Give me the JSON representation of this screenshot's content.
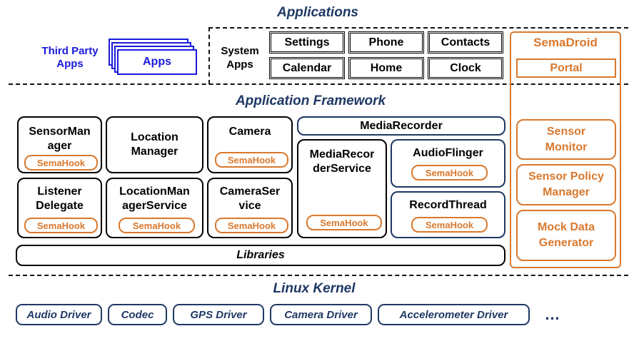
{
  "applications": {
    "heading": "Applications",
    "third_party": {
      "label": "Third Party\nApps",
      "card": "Apps"
    },
    "system_label": "System\nApps",
    "system_apps": [
      "Settings",
      "Phone",
      "Contacts",
      "Calendar",
      "Home",
      "Clock"
    ]
  },
  "framework": {
    "heading": "Application Framework",
    "sensor_manager": "SensorMan\nager",
    "location_manager": "Location\nManager",
    "camera": "Camera",
    "media_recorder": "MediaRecorder",
    "media_recorder_service": "MediaRecor\nderService",
    "audio_flinger": "AudioFlinger",
    "listener_delegate": "Listener\nDelegate",
    "location_manager_service": "LocationMan\nagerService",
    "camera_service": "CameraSer\nvice",
    "record_thread": "RecordThread",
    "hook_label": "SemaHook",
    "libraries": "Libraries"
  },
  "semadroid": {
    "title": "SemaDroid",
    "portal": "Portal",
    "sensor_monitor": "Sensor\nMonitor",
    "sensor_policy_manager": "Sensor Policy\nManager",
    "mock_data_generator": "Mock Data\nGenerator"
  },
  "kernel": {
    "heading": "Linux Kernel",
    "drivers": [
      "Audio Driver",
      "Codec",
      "GPS Driver",
      "Camera Driver",
      "Accelerometer Driver"
    ],
    "ellipsis": "…"
  },
  "colors": {
    "navy": "#1f3864",
    "orange": "#d9782d",
    "blue": "#1a1adc"
  }
}
